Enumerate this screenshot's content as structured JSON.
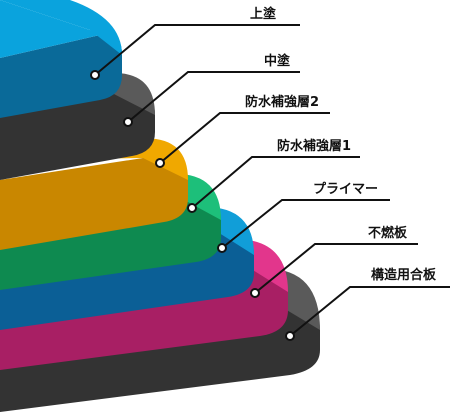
{
  "diagram": {
    "layers": [
      {
        "label": "上塗",
        "color_top": "#0aa3dd",
        "color_side": "#0a6a99"
      },
      {
        "label": "中塗",
        "color_top": "#5a5a5a",
        "color_side": "#333333"
      },
      {
        "label": "防水補強層2",
        "color_top": "#f0a800",
        "color_side": "#c98700"
      },
      {
        "label": "防水補強層1",
        "color_top": "#1dbf7a",
        "color_side": "#0e8a50"
      },
      {
        "label": "プライマー",
        "color_top": "#119ed8",
        "color_side": "#0b5f96"
      },
      {
        "label": "不燃板",
        "color_top": "#e2368c",
        "color_side": "#a81f64"
      },
      {
        "label": "構造用合板",
        "color_top": "#5a5a5a",
        "color_side": "#333333"
      }
    ]
  }
}
